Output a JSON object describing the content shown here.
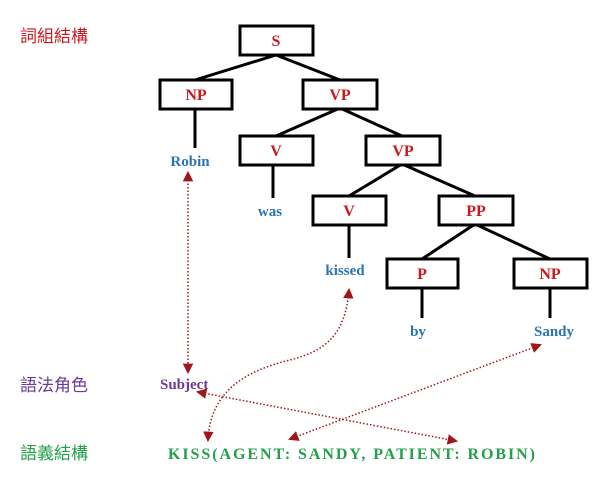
{
  "row_labels": {
    "phrase_structure": "詞組結構",
    "grammatical_role": "語法角色",
    "semantic_structure": "語義結構"
  },
  "tree": {
    "s": "S",
    "np1": "NP",
    "vp1": "VP",
    "v1": "V",
    "vp2": "VP",
    "v2": "V",
    "pp": "PP",
    "p": "P",
    "np2": "NP"
  },
  "leaves": {
    "robin": "Robin",
    "was": "was",
    "kissed": "kissed",
    "by": "by",
    "sandy": "Sandy"
  },
  "subject_label": "Subject",
  "semantic_formula": "KISS(AGENT: SANDY, PATIENT: ROBIN)",
  "colors": {
    "phrase": "#c8191e",
    "leaf": "#2a74b0",
    "role": "#6a3a96",
    "semantic": "#22a04a",
    "arrow": "#a0161a"
  }
}
